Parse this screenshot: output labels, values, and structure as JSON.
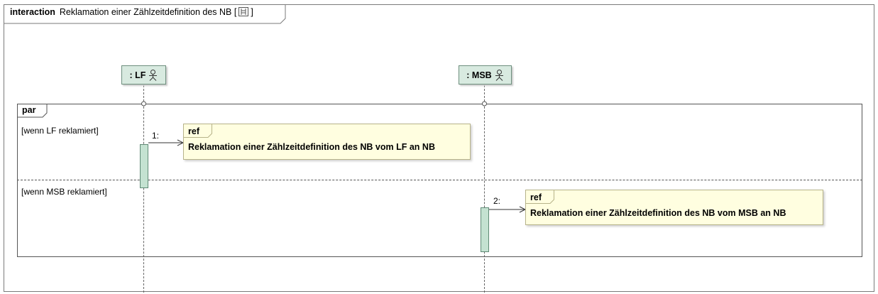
{
  "frame": {
    "kind": "interaction",
    "title": "Reklamation einer Zählzeitdefinition des NB [",
    "title_suffix": "]",
    "icon": "diagram-icon"
  },
  "lifelines": [
    {
      "label": ": LF",
      "icon": "actor-icon"
    },
    {
      "label": ": MSB",
      "icon": "actor-icon"
    }
  ],
  "fragment": {
    "operator": "par",
    "operands": [
      {
        "guard": "[wenn LF reklamiert]"
      },
      {
        "guard": "[wenn MSB reklamiert]"
      }
    ]
  },
  "messages": [
    {
      "number": "1:",
      "ref_label": "ref",
      "ref_text": "Reklamation einer Zählzeitdefinition des NB vom LF an NB"
    },
    {
      "number": "2:",
      "ref_label": "ref",
      "ref_text": "Reklamation einer Zählzeitdefinition des NB vom MSB an NB"
    }
  ],
  "colors": {
    "lifeline_fill": "#d8eae0",
    "activation_fill": "#c4e2d1",
    "ref_fill": "#fffee0"
  }
}
